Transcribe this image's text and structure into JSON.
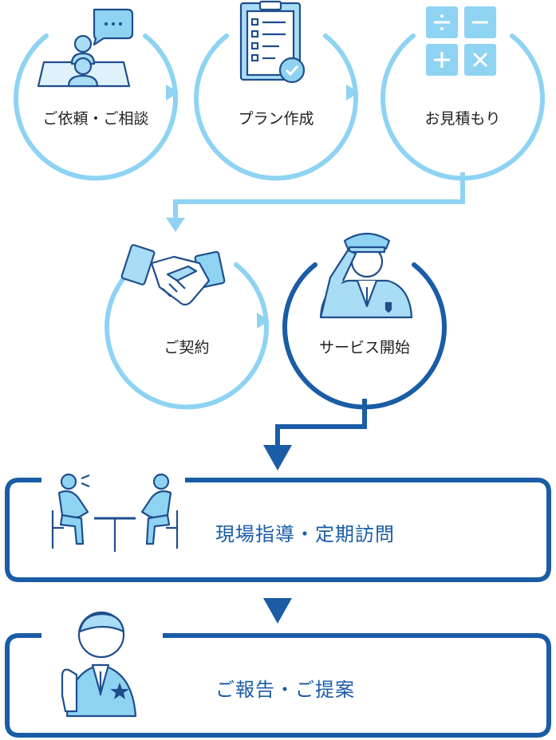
{
  "colors": {
    "light_blue": "#8fd3f3",
    "dark_blue": "#1a5ca6",
    "icon_fill": "#a9dcf5",
    "icon_stroke": "#1f4e8c",
    "text": "#222222"
  },
  "steps": [
    {
      "label": "ご依頼・ご相談",
      "icon": "consultation-icon"
    },
    {
      "label": "プラン作成",
      "icon": "clipboard-checklist-icon"
    },
    {
      "label": "お見積もり",
      "icon": "calculator-icon"
    },
    {
      "label": "ご契約",
      "icon": "handshake-icon"
    },
    {
      "label": "サービス開始",
      "icon": "saluting-guard-icon"
    }
  ],
  "boxes": [
    {
      "label": "現場指導・定期訪問",
      "icon": "meeting-people-icon"
    },
    {
      "label": "ご報告・ご提案",
      "icon": "presenter-icon"
    }
  ]
}
